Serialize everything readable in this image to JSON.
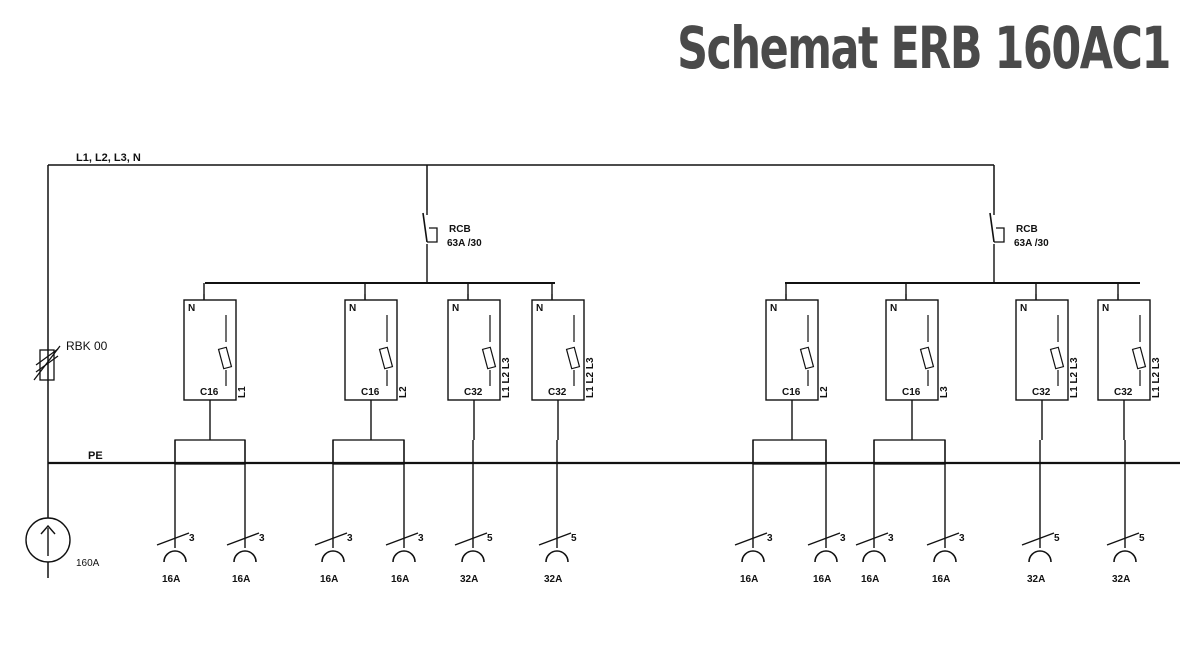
{
  "title": "Schemat ERB 160AC1",
  "bus_label": "L1, L2, L3, N",
  "pe_label": "PE",
  "main_switch": {
    "label": "RBK 00"
  },
  "meter": {
    "label": "160A"
  },
  "rcds": [
    {
      "label_1": "RCB",
      "label_2": "63A /30"
    },
    {
      "label_1": "RCB",
      "label_2": "63A /30"
    }
  ],
  "breakers": [
    {
      "n": "N",
      "rating": "C16",
      "phases": "L1"
    },
    {
      "n": "N",
      "rating": "C16",
      "phases": "L2"
    },
    {
      "n": "N",
      "rating": "C32",
      "phases": "L1 L2 L3"
    },
    {
      "n": "N",
      "rating": "C32",
      "phases": "L1 L2 L3"
    },
    {
      "n": "N",
      "rating": "C16",
      "phases": "L2"
    },
    {
      "n": "N",
      "rating": "C16",
      "phases": "L3"
    },
    {
      "n": "N",
      "rating": "C32",
      "phases": "L1 L2 L3"
    },
    {
      "n": "N",
      "rating": "C32",
      "phases": "L1 L2 L3"
    }
  ],
  "sockets": [
    {
      "poles": "3",
      "rating": "16A"
    },
    {
      "poles": "3",
      "rating": "16A"
    },
    {
      "poles": "3",
      "rating": "16A"
    },
    {
      "poles": "3",
      "rating": "16A"
    },
    {
      "poles": "5",
      "rating": "32A"
    },
    {
      "poles": "5",
      "rating": "32A"
    },
    {
      "poles": "3",
      "rating": "16A"
    },
    {
      "poles": "3",
      "rating": "16A"
    },
    {
      "poles": "3",
      "rating": "16A"
    },
    {
      "poles": "3",
      "rating": "16A"
    },
    {
      "poles": "5",
      "rating": "32A"
    },
    {
      "poles": "5",
      "rating": "32A"
    }
  ]
}
